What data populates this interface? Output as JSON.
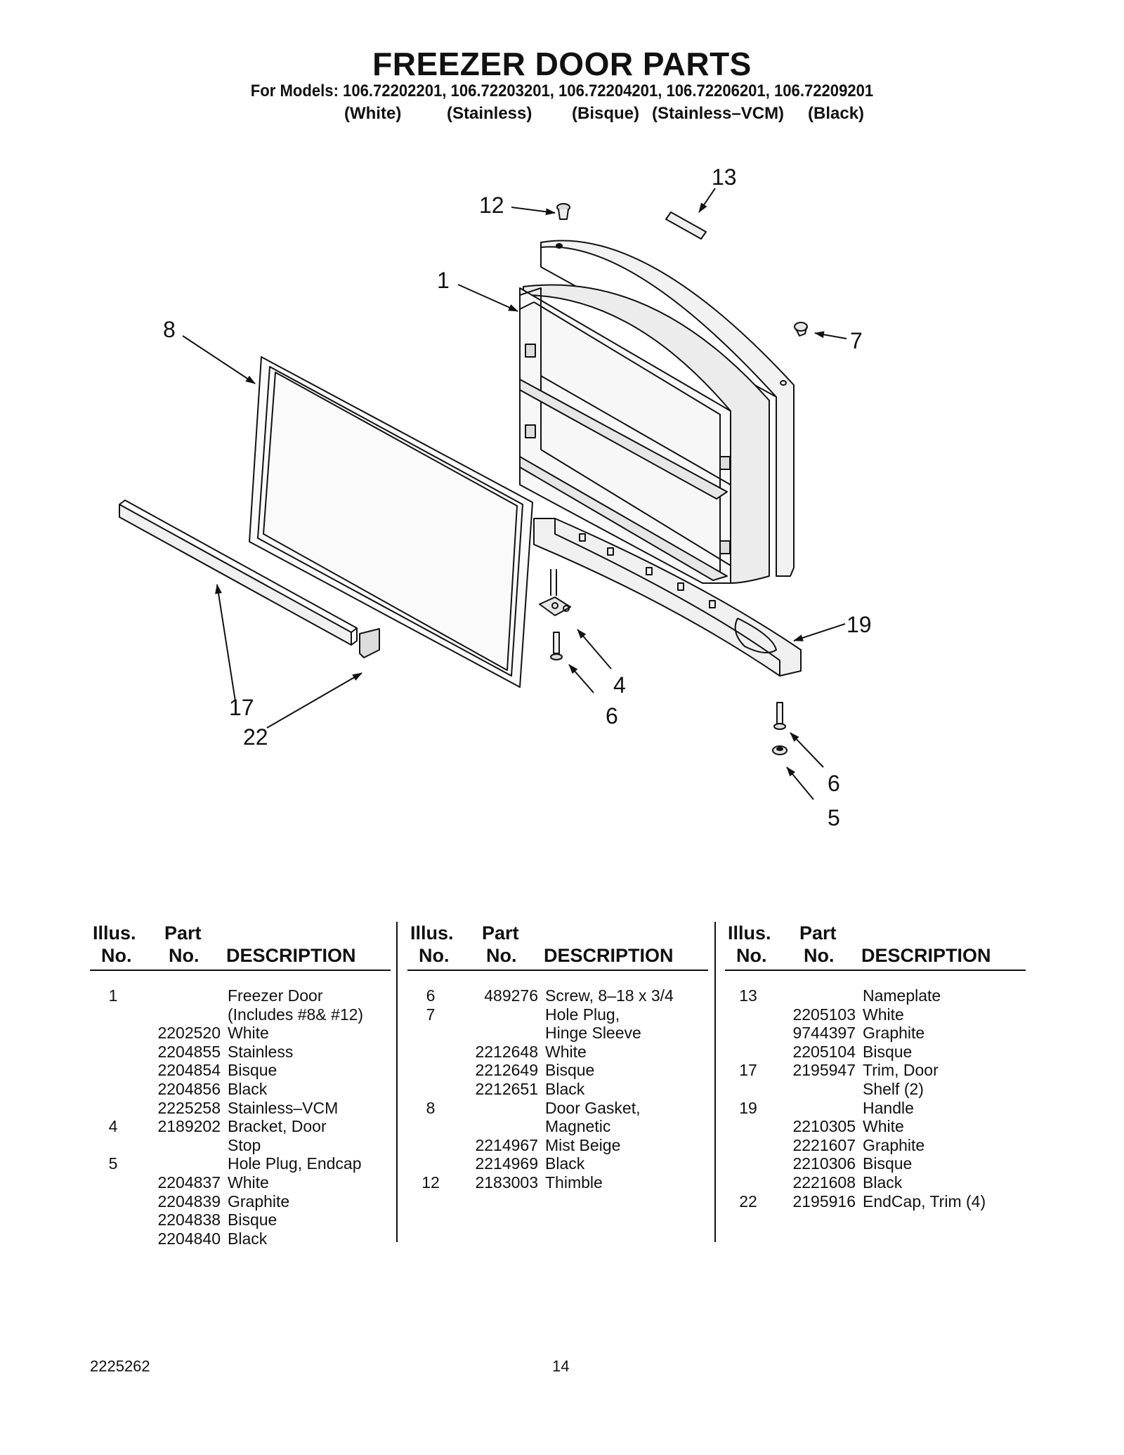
{
  "header": {
    "title": "FREEZER DOOR PARTS",
    "models_line": "For Models: 106.72202201, 106.72203201, 106.72204201, 106.72206201, 106.72209201",
    "finishes": [
      "(White)",
      "(Stainless)",
      "(Bisque)",
      "(Stainless–VCM)",
      "(Black)"
    ]
  },
  "diagram": {
    "callouts": {
      "c1": "1",
      "c4": "4",
      "c5": "5",
      "c6a": "6",
      "c6b": "6",
      "c7": "7",
      "c8": "8",
      "c12": "12",
      "c13": "13",
      "c17": "17",
      "c19": "19",
      "c22": "22"
    }
  },
  "table": {
    "headers": {
      "illus_1": "Illus.",
      "illus_2": "No.",
      "part_1": "Part",
      "part_2": "No.",
      "desc": "DESCRIPTION"
    },
    "columns": [
      [
        {
          "illus": "1",
          "part": "",
          "desc": "Freezer Door"
        },
        {
          "illus": "",
          "part": "",
          "desc": "(Includes #8& #12)"
        },
        {
          "illus": "",
          "part": "2202520",
          "desc": "White"
        },
        {
          "illus": "",
          "part": "2204855",
          "desc": "Stainless"
        },
        {
          "illus": "",
          "part": "2204854",
          "desc": "Bisque"
        },
        {
          "illus": "",
          "part": "2204856",
          "desc": "Black"
        },
        {
          "illus": "",
          "part": "2225258",
          "desc": "Stainless–VCM"
        },
        {
          "illus": "4",
          "part": "2189202",
          "desc": "Bracket, Door"
        },
        {
          "illus": "",
          "part": "",
          "desc": "Stop"
        },
        {
          "illus": "5",
          "part": "",
          "desc": "Hole Plug, Endcap"
        },
        {
          "illus": "",
          "part": "2204837",
          "desc": "White"
        },
        {
          "illus": "",
          "part": "2204839",
          "desc": "Graphite"
        },
        {
          "illus": "",
          "part": "2204838",
          "desc": "Bisque"
        },
        {
          "illus": "",
          "part": "2204840",
          "desc": "Black"
        }
      ],
      [
        {
          "illus": "6",
          "part": "489276",
          "desc": "Screw, 8–18 x 3/4"
        },
        {
          "illus": "7",
          "part": "",
          "desc": "Hole Plug,"
        },
        {
          "illus": "",
          "part": "",
          "desc": "Hinge Sleeve"
        },
        {
          "illus": "",
          "part": "2212648",
          "desc": "White"
        },
        {
          "illus": "",
          "part": "2212649",
          "desc": "Bisque"
        },
        {
          "illus": "",
          "part": "2212651",
          "desc": "Black"
        },
        {
          "illus": "8",
          "part": "",
          "desc": "Door Gasket,"
        },
        {
          "illus": "",
          "part": "",
          "desc": "Magnetic"
        },
        {
          "illus": "",
          "part": "2214967",
          "desc": "Mist Beige"
        },
        {
          "illus": "",
          "part": "2214969",
          "desc": "Black"
        },
        {
          "illus": "12",
          "part": "2183003",
          "desc": "Thimble"
        }
      ],
      [
        {
          "illus": "13",
          "part": "",
          "desc": "Nameplate"
        },
        {
          "illus": "",
          "part": "2205103",
          "desc": "White"
        },
        {
          "illus": "",
          "part": "9744397",
          "desc": "Graphite"
        },
        {
          "illus": "",
          "part": "2205104",
          "desc": "Bisque"
        },
        {
          "illus": "17",
          "part": "2195947",
          "desc": "Trim, Door"
        },
        {
          "illus": "",
          "part": "",
          "desc": "Shelf (2)"
        },
        {
          "illus": "19",
          "part": "",
          "desc": "Handle"
        },
        {
          "illus": "",
          "part": "2210305",
          "desc": "White"
        },
        {
          "illus": "",
          "part": "2221607",
          "desc": "Graphite"
        },
        {
          "illus": "",
          "part": "2210306",
          "desc": "Bisque"
        },
        {
          "illus": "",
          "part": "2221608",
          "desc": "Black"
        },
        {
          "illus": "22",
          "part": "2195916",
          "desc": "EndCap, Trim (4)"
        }
      ]
    ]
  },
  "footer": {
    "doc_number": "2225262",
    "page": "14"
  }
}
